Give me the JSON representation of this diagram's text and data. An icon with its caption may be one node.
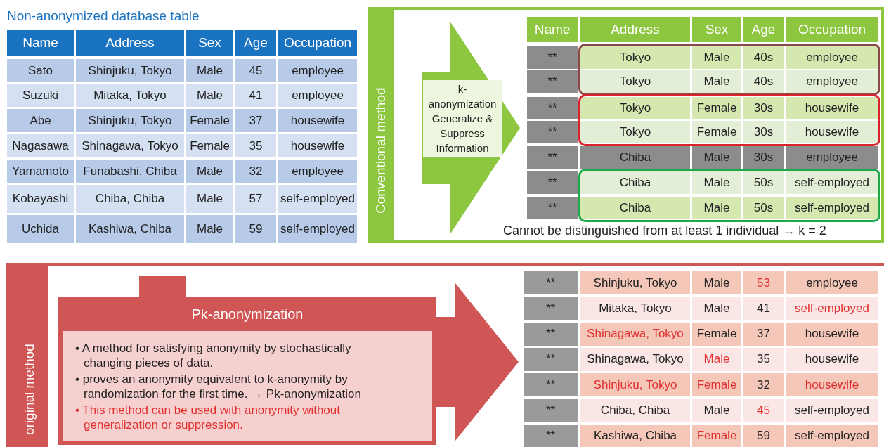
{
  "diagram": {
    "nodes": [
      {
        "text": [
          "Conventional method"
        ]
      },
      {
        "text": [
          "k-anonymization Generalize & Suppress Information"
        ],
        "in": 0
      },
      {
        "text": [
          "original method"
        ]
      },
      {
        "text": [
          "Pk-anonymization",
          "• A method for satisfying anonymity by stochastically changing pieces of data.",
          "• proves an anonymity equivalent to k-anonymity by randomization for the first time. → Pk-anonymization",
          "• This method can be used with anonymity without generalization or suppression."
        ],
        "in": 2
      },
      {
        "text": [],
        "shape": "arrow",
        "in": 2
      }
    ],
    "edges": [],
    "labels": [
      "Non-anonymized database table",
      "Name",
      "Address",
      "Sex",
      "Age",
      "Occupation",
      "Sato",
      "Shinjuku, Tokyo",
      "Male",
      "45",
      "employee",
      "Suzuki",
      "Mitaka, Tokyo",
      "Male",
      "41",
      "employee",
      "Abe",
      "Shinjuku, Tokyo",
      "Female",
      "37",
      "housewife",
      "Nagasawa",
      "Shinagawa, Tokyo",
      "Female",
      "35",
      "housewife",
      "Yamamoto",
      "Funabashi, Chiba",
      "Male",
      "32",
      "employee",
      "Kobayashi",
      "Chiba, Chiba",
      "Male",
      "57",
      "self-employed",
      "Uchida",
      "Kashiwa, Chiba",
      "Male",
      "59",
      "self-employed",
      "Name",
      "Address",
      "Sex",
      "Age",
      "Occupation",
      "**",
      "Tokyo",
      "Male",
      "40s",
      "employee",
      "**",
      "Tokyo",
      "Male",
      "40s",
      "employee",
      "**",
      "Tokyo",
      "Female",
      "30s",
      "housewife",
      "**",
      "Tokyo",
      "Female",
      "30s",
      "housewife",
      "**",
      "Chiba",
      "Male",
      "30s",
      "employee",
      "**",
      "Chiba",
      "Male",
      "50s",
      "self-employed",
      "**",
      "Chiba",
      "Male",
      "50s",
      "self-employed",
      "Cannot be distinguished from at least 1 individual → k = 2",
      "**",
      "Shinjuku, Tokyo",
      "Male",
      "53",
      "employee",
      "**",
      "Mitaka, Tokyo",
      "Male",
      "41",
      "self-employed",
      "**",
      "Shinagawa, Tokyo",
      "Female",
      "37",
      "housewife",
      "**",
      "Shinagawa, Tokyo",
      "Male",
      "35",
      "housewife",
      "**",
      "Shinjuku, Tokyo",
      "Female",
      "32",
      "housewife",
      "**",
      "Chiba, Chiba",
      "Male",
      "45",
      "self-employed",
      "**",
      "Kashiwa, Chiba",
      "Female",
      "59",
      "self-employed"
    ]
  }
}
